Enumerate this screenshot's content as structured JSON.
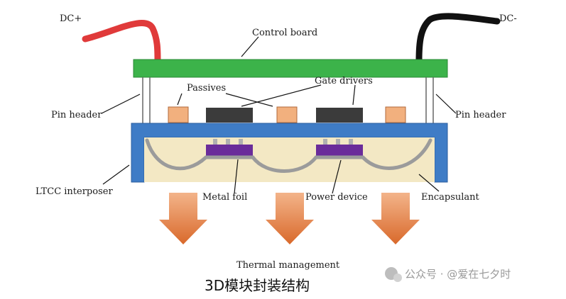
{
  "labels": {
    "dc_plus": "DC+",
    "dc_minus": "DC-",
    "control_board": "Control board",
    "passives": "Passives",
    "gate_drivers": "Gate drivers",
    "pin_header_left": "Pin header",
    "pin_header_right": "Pin header",
    "ltcc_interposer": "LTCC interposer",
    "metal_foil": "Metal foil",
    "power_device": "Power device",
    "encapsulant": "Encapsulant",
    "thermal_management": "Thermal management"
  },
  "caption": "3D模块封装结构",
  "watermark": "公众号 · @爱在七夕时",
  "colors": {
    "control_board": "#3cb34a",
    "ltcc": "#3f7cc6",
    "encapsulant": "#f3e8c4",
    "passive": "#f2b07e",
    "gate_driver": "#3b3b3b",
    "power_device": "#6a2c9a",
    "metal_foil": "#9b9b9b",
    "dc_plus_wire": "#e03a3a",
    "dc_minus_wire": "#111111",
    "arrow": "#e88a4a"
  }
}
